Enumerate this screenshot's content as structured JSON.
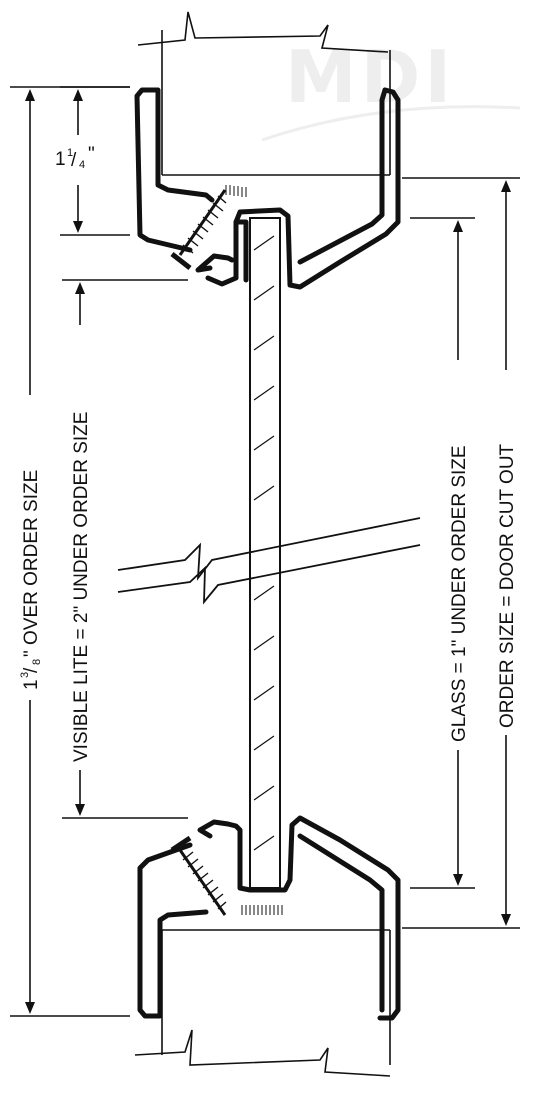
{
  "watermark": "MDI",
  "labels": {
    "frame_depth_whole": "1",
    "frame_depth_frac_num": "1",
    "frame_depth_frac_den": "4",
    "frame_depth_unit": "\"",
    "over_order_whole": "1",
    "over_order_frac_num": "3",
    "over_order_frac_den": "8",
    "over_order_rest": "\"  OVER ORDER SIZE",
    "visible_lite": "VISIBLE LITE = 2\" UNDER ORDER SIZE",
    "glass": "GLASS = 1\" UNDER ORDER SIZE",
    "order_size": "ORDER SIZE = DOOR CUT OUT"
  },
  "colors": {
    "ink": "#111111",
    "watermark": "#eeeeee",
    "background": "#ffffff"
  }
}
